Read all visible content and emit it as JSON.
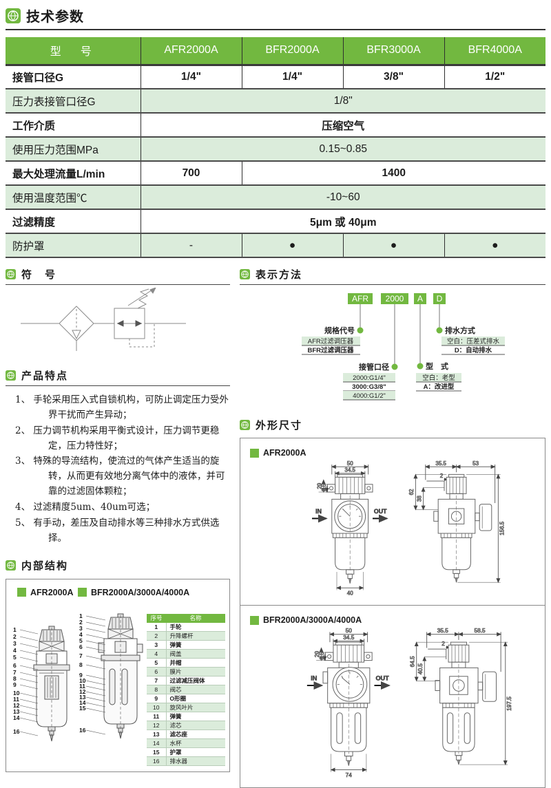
{
  "page": {
    "title": "技术参数"
  },
  "colors": {
    "green": "#72b840",
    "light_green": "#dbecdb"
  },
  "sections": {
    "symbol": "符　号",
    "ordering": "表示方法",
    "features": "产品特点",
    "dimensions": "外形尺寸",
    "internal": "内部结构"
  },
  "spec_table": {
    "header": [
      "型　号",
      "AFR2000A",
      "BFR2000A",
      "BFR3000A",
      "BFR4000A"
    ],
    "rows": [
      {
        "label": "接管口径G",
        "cells": [
          {
            "t": "1/4\"",
            "s": 1
          },
          {
            "t": "1/4\"",
            "s": 1
          },
          {
            "t": "3/8\"",
            "s": 1
          },
          {
            "t": "1/2\"",
            "s": 1
          }
        ]
      },
      {
        "label": "压力表接管口径G",
        "cells": [
          {
            "t": "1/8\"",
            "s": 4
          }
        ]
      },
      {
        "label": "工作介质",
        "cells": [
          {
            "t": "压缩空气",
            "s": 4
          }
        ]
      },
      {
        "label": "使用压力范围MPa",
        "cells": [
          {
            "t": "0.15~0.85",
            "s": 4
          }
        ]
      },
      {
        "label": "最大处理流量L/min",
        "cells": [
          {
            "t": "700",
            "s": 1
          },
          {
            "t": "1400",
            "s": 3
          }
        ]
      },
      {
        "label": "使用温度范围℃",
        "cells": [
          {
            "t": "-10~60",
            "s": 4
          }
        ]
      },
      {
        "label": "过滤精度",
        "cells": [
          {
            "t": "5μm 或 40μm",
            "s": 4
          }
        ]
      },
      {
        "label": "防护罩",
        "cells": [
          {
            "t": "-",
            "s": 1
          },
          {
            "t": "●",
            "s": 1
          },
          {
            "t": "●",
            "s": 1
          },
          {
            "t": "●",
            "s": 1
          }
        ]
      }
    ]
  },
  "features": [
    "手轮采用压入式自锁机构，可防止调定压力受外界干扰而产生异动；",
    "压力调节机构采用平衡式设计，压力调节更稳定，压力特性好；",
    "特殊的导流结构，使流过的气体产生适当的旋转，从而更有效地分离气体中的液体，并可靠的过滤固体颗粒；",
    "过滤精度5um、40um可选；",
    "有手动，差压及自动排水等三种排水方式供选择。"
  ],
  "ordering": {
    "codes": [
      "AFR",
      "2000",
      "A",
      "D"
    ],
    "spec_code": {
      "label": "规格代号",
      "options": [
        "AFR过滤调压器",
        "BFR过滤调压器"
      ]
    },
    "port": {
      "label": "接管口径",
      "options": [
        "2000:G1/4\"",
        "3000:G3/8\"",
        "4000:G1/2\""
      ]
    },
    "type": {
      "label": "型　式",
      "options": [
        "空白：老型",
        "A：改进型"
      ]
    },
    "drain": {
      "label": "排水方式",
      "options": [
        "空白：压差式排水",
        "D：自动排水"
      ]
    }
  },
  "dims": {
    "afr": {
      "label": "AFR2000A",
      "front": {
        "w1": "50",
        "w2": "34.5",
        "h1": "20",
        "h2": "6.5",
        "in": "IN",
        "out": "OUT",
        "wb": "40"
      },
      "side": {
        "a": "35.5",
        "b": "53",
        "c": "2",
        "d": "62",
        "e": "38",
        "total": "156.5"
      }
    },
    "bfr": {
      "label": "BFR2000A/3000A/4000A",
      "front": {
        "w1": "50",
        "w2": "34.5",
        "h1": "20",
        "h2": "6.5",
        "in": "IN",
        "out": "OUT",
        "wb": "74"
      },
      "side": {
        "a": "35.5",
        "b": "58.5",
        "c": "2",
        "d": "64.5",
        "e": "40.5",
        "total": "197.5"
      }
    }
  },
  "internal": {
    "afr_label": "AFR2000A",
    "bfr_label": "BFR2000A/3000A/4000A",
    "afr_callouts": [
      "1",
      "2",
      "3",
      "4",
      "5",
      "6",
      "7",
      "8",
      "9",
      "10",
      "11",
      "12",
      "13",
      "14",
      "16"
    ],
    "bfr_callouts": [
      "1",
      "2",
      "3",
      "4",
      "5",
      "6",
      "7",
      "8",
      "9",
      "10",
      "11",
      "12",
      "13",
      "14",
      "15",
      "16"
    ],
    "parts": {
      "headers": [
        "序号",
        "名称"
      ],
      "rows": [
        [
          "1",
          "手轮"
        ],
        [
          "2",
          "升降螺杆"
        ],
        [
          "3",
          "弹簧"
        ],
        [
          "4",
          "阀盖"
        ],
        [
          "5",
          "并帽"
        ],
        [
          "6",
          "膜片"
        ],
        [
          "7",
          "过滤减压阀体"
        ],
        [
          "8",
          "阀芯"
        ],
        [
          "9",
          "O形圈"
        ],
        [
          "10",
          "旋风叶片"
        ],
        [
          "11",
          "弹簧"
        ],
        [
          "12",
          "滤芯"
        ],
        [
          "13",
          "滤芯座"
        ],
        [
          "14",
          "水杯"
        ],
        [
          "15",
          "护罩"
        ],
        [
          "16",
          "排水器"
        ]
      ]
    }
  }
}
